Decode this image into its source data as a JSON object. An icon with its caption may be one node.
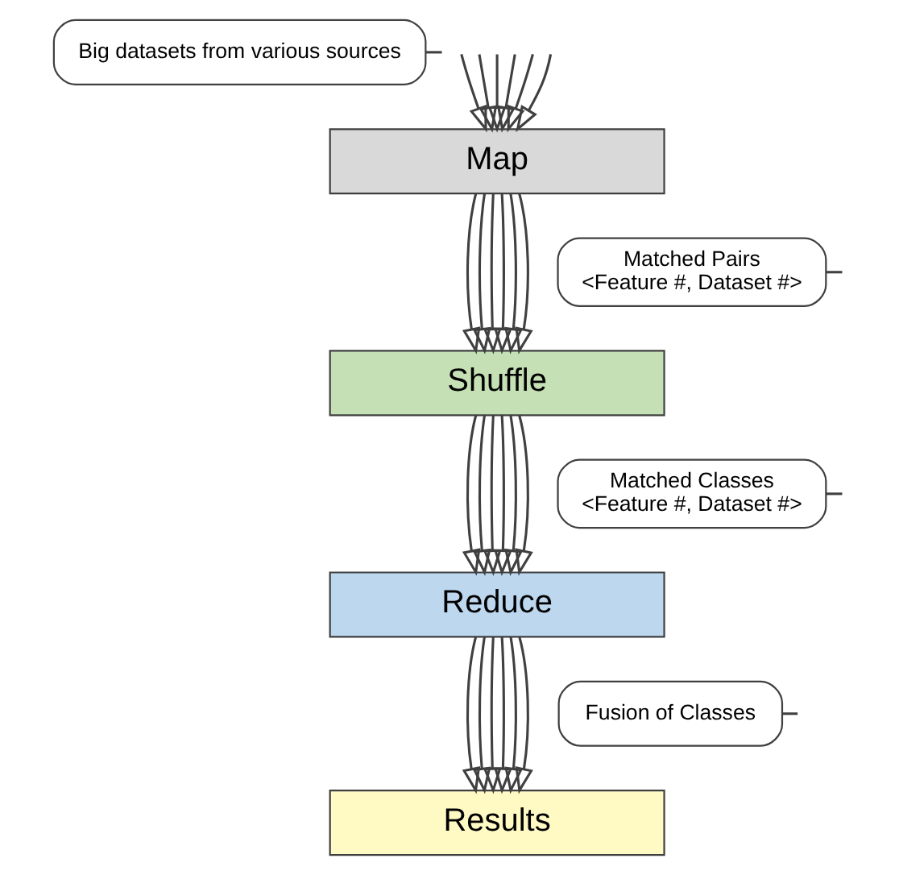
{
  "diagram": {
    "nodes": [
      {
        "text": [
          "Big datasets from various sources"
        ]
      },
      {
        "text": [
          "Map"
        ]
      },
      {
        "text": [
          "Matched Pairs",
          "<Feature #, Dataset #>"
        ]
      },
      {
        "text": [
          "Shuffle"
        ]
      },
      {
        "text": [
          "Matched Classes",
          "<Feature #, Dataset #>"
        ]
      },
      {
        "text": [
          "Reduce"
        ]
      },
      {
        "text": [
          "Fusion of Classes"
        ]
      },
      {
        "text": [
          "Results"
        ]
      }
    ],
    "edges": [
      {
        "from": null,
        "to": 1,
        "arrow": "to"
      },
      {
        "from": null,
        "to": 1,
        "arrow": "to"
      },
      {
        "from": null,
        "to": 1,
        "arrow": "to"
      },
      {
        "from": null,
        "to": 1,
        "arrow": "to"
      },
      {
        "from": null,
        "to": 1,
        "arrow": "to"
      },
      {
        "from": null,
        "to": 1,
        "arrow": "to"
      },
      {
        "from": 1,
        "to": 3,
        "arrow": "to"
      },
      {
        "from": 1,
        "to": 3,
        "arrow": "to"
      },
      {
        "from": 1,
        "to": 3,
        "arrow": "to"
      },
      {
        "from": 1,
        "to": 3,
        "arrow": "to"
      },
      {
        "from": 1,
        "to": 3,
        "arrow": "to"
      },
      {
        "from": 1,
        "to": 3,
        "arrow": "to"
      },
      {
        "from": 3,
        "to": 5,
        "arrow": "to"
      },
      {
        "from": 3,
        "to": 5,
        "arrow": "to"
      },
      {
        "from": 3,
        "to": 5,
        "arrow": "to"
      },
      {
        "from": 3,
        "to": 5,
        "arrow": "to"
      },
      {
        "from": 3,
        "to": 5,
        "arrow": "to"
      },
      {
        "from": 3,
        "to": 5,
        "arrow": "to"
      },
      {
        "from": 5,
        "to": 7,
        "arrow": "to"
      },
      {
        "from": 5,
        "to": 7,
        "arrow": "to"
      },
      {
        "from": 5,
        "to": 7,
        "arrow": "to"
      },
      {
        "from": 5,
        "to": 7,
        "arrow": "to"
      },
      {
        "from": 5,
        "to": 7,
        "arrow": "to"
      },
      {
        "from": 5,
        "to": 7,
        "arrow": "to"
      },
      {
        "from": 0,
        "to": null,
        "arrow": "none"
      },
      {
        "from": 2,
        "to": null,
        "arrow": "none"
      },
      {
        "from": 4,
        "to": null,
        "arrow": "none"
      },
      {
        "from": 6,
        "to": null,
        "arrow": "none"
      }
    ]
  }
}
